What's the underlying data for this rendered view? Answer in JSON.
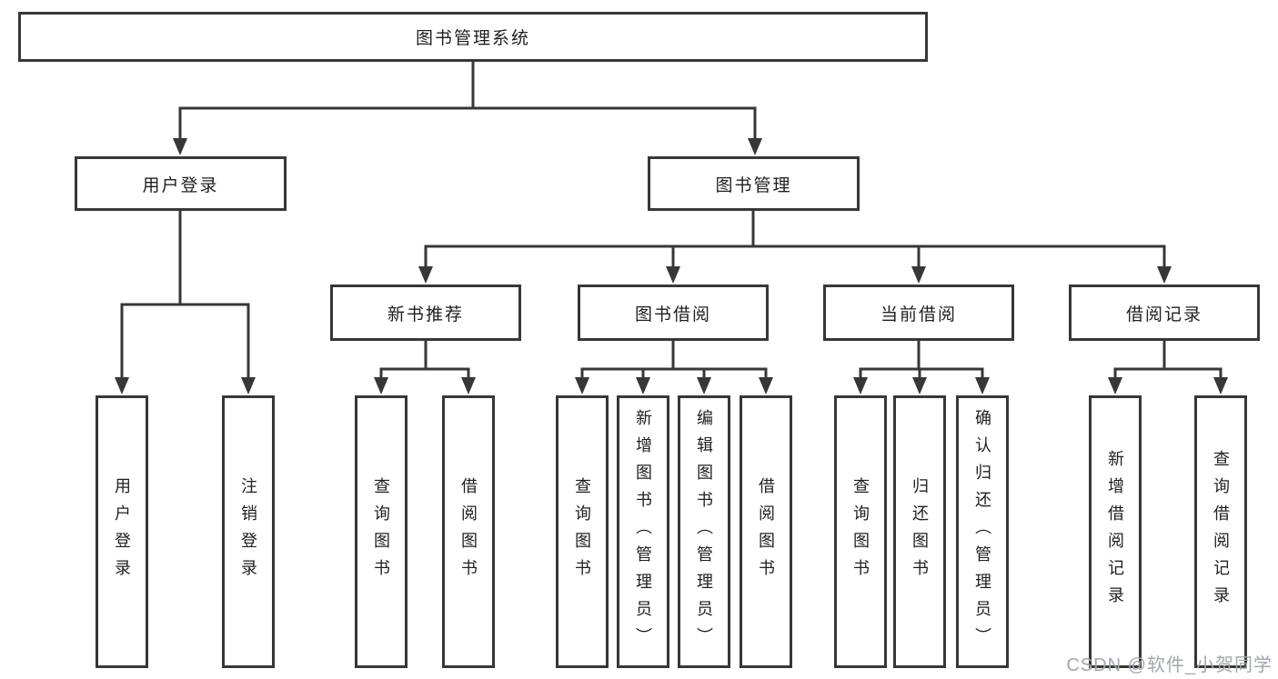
{
  "diagram": {
    "title": "图书管理系统",
    "branches": [
      {
        "label": "用户登录",
        "children": [
          {
            "label": "用户登录"
          },
          {
            "label": "注销登录"
          }
        ]
      },
      {
        "label": "图书管理",
        "children": [
          {
            "label": "新书推荐",
            "children": [
              {
                "label": "查询图书"
              },
              {
                "label": "借阅图书"
              }
            ]
          },
          {
            "label": "图书借阅",
            "children": [
              {
                "label": "查询图书"
              },
              {
                "label": "新增图书（管理员）"
              },
              {
                "label": "编辑图书（管理员）"
              },
              {
                "label": "借阅图书"
              }
            ]
          },
          {
            "label": "当前借阅",
            "children": [
              {
                "label": "查询图书"
              },
              {
                "label": "归还图书"
              },
              {
                "label": "确认归还（管理员）"
              }
            ]
          },
          {
            "label": "借阅记录",
            "children": [
              {
                "label": "新增借阅记录"
              },
              {
                "label": "查询借阅记录"
              }
            ]
          }
        ]
      }
    ]
  },
  "watermark": {
    "text": "CSDN @软件_小贺同学"
  },
  "colors": {
    "line": "#373737",
    "text": "#1f1f1f",
    "background": "#ffffff",
    "watermark": "#a3a6ad"
  }
}
